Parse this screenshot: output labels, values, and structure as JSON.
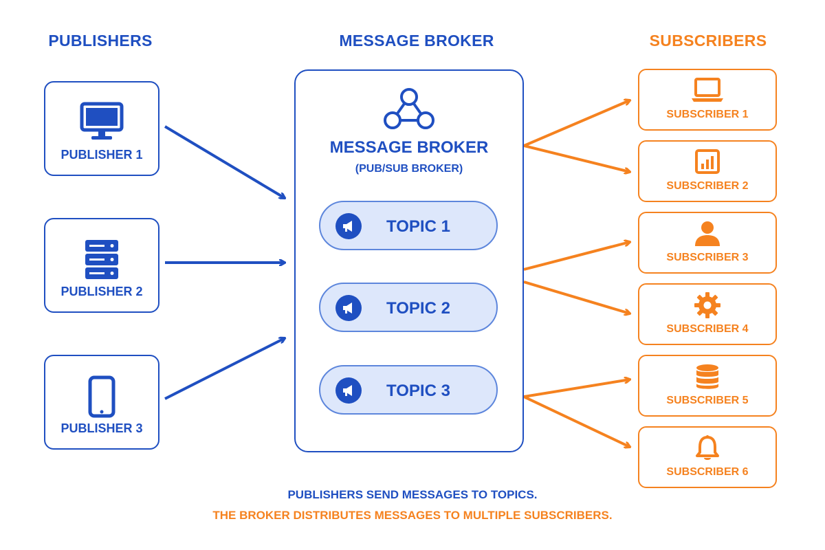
{
  "columns": {
    "publishers_title": "PUBLISHERS",
    "broker_title": "MESSAGE BROKER",
    "subscribers_title": "SUBSCRIBERS"
  },
  "publishers": [
    {
      "label": "PUBLISHER 1",
      "icon": "desktop-monitor-icon"
    },
    {
      "label": "PUBLISHER 2",
      "icon": "server-rack-icon"
    },
    {
      "label": "PUBLISHER 3",
      "icon": "mobile-phone-icon"
    }
  ],
  "broker": {
    "title": "MESSAGE BROKER",
    "subtitle": "(PUB/SUB BROKER)",
    "icon": "network-nodes-icon",
    "topics": [
      {
        "label": "TOPIC 1",
        "icon": "megaphone-icon"
      },
      {
        "label": "TOPIC 2",
        "icon": "megaphone-icon"
      },
      {
        "label": "TOPIC 3",
        "icon": "megaphone-icon"
      }
    ]
  },
  "subscribers": [
    {
      "label": "SUBSCRIBER 1",
      "icon": "laptop-icon"
    },
    {
      "label": "SUBSCRIBER 2",
      "icon": "bar-chart-icon"
    },
    {
      "label": "SUBSCRIBER 3",
      "icon": "user-icon"
    },
    {
      "label": "SUBSCRIBER 4",
      "icon": "gear-icon"
    },
    {
      "label": "SUBSCRIBER 5",
      "icon": "database-icon"
    },
    {
      "label": "SUBSCRIBER 6",
      "icon": "bell-icon"
    }
  ],
  "footer": {
    "line1": "PUBLISHERS SEND MESSAGES TO TOPICS.",
    "line2": "THE BROKER DISTRIBUTES MESSAGES TO MULTIPLE SUBSCRIBERS."
  },
  "colors": {
    "publisher_blue": "#1f4fc1",
    "subscriber_orange": "#f5821f",
    "topic_fill": "#dde7fb"
  }
}
